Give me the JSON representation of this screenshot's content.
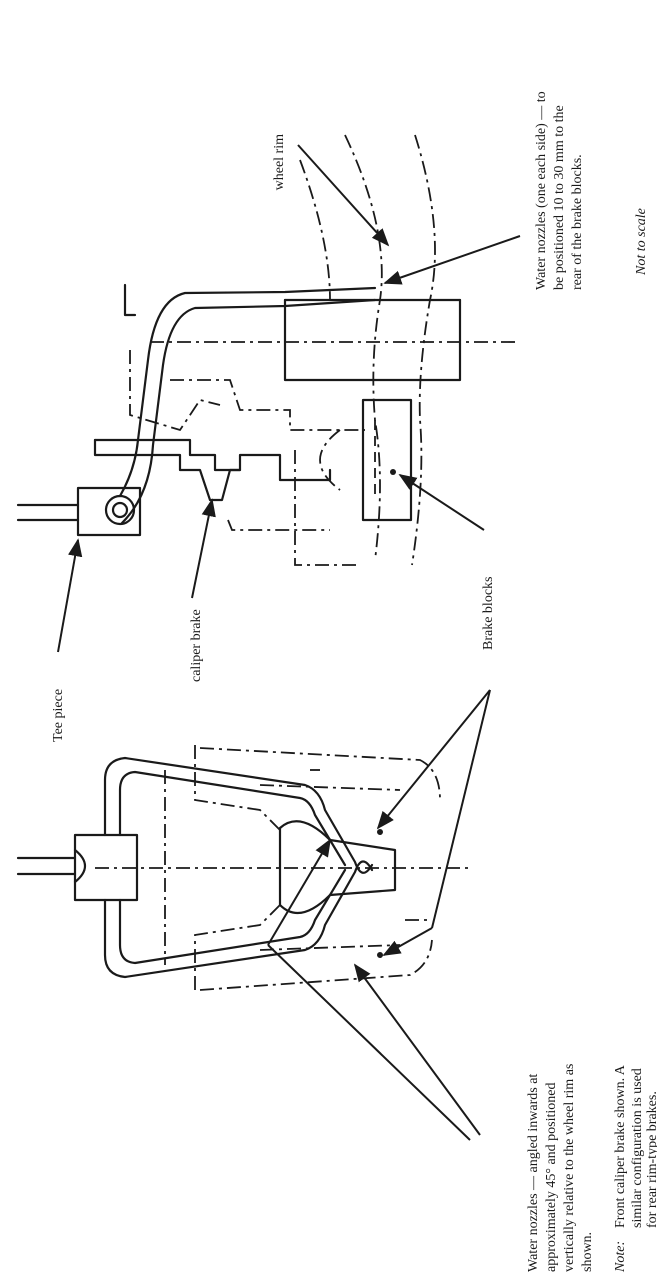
{
  "labels": {
    "wheel_rim": "wheel rim",
    "water_nozzles_side": "Water nozzles (one each side) — to be positioned 10 to 30 mm to the rear of the brake blocks.",
    "water_nozzles_side_l1": "Water nozzles (one each side) — to",
    "water_nozzles_side_l2": "be positioned 10 to 30 mm to the",
    "water_nozzles_side_l3": "rear of the brake blocks.",
    "not_to_scale": "Not to scale",
    "brake_blocks": "Brake blocks",
    "caliper_brake": "caliper brake",
    "tee_piece": "Tee piece",
    "water_nozzles_front_l1": "Water nozzles — angled inwards at",
    "water_nozzles_front_l2": "approximately 45° and positioned",
    "water_nozzles_front_l3": "vertically relative to the wheel rim as",
    "water_nozzles_front_l4": "shown.",
    "note_label": "Note:",
    "note_l1": "Front caliper brake shown. A",
    "note_l2": "similar configuration is used",
    "note_l3": "for rear rim-type brakes."
  },
  "colors": {
    "ink": "#1a1a1a",
    "paper": "#ffffff"
  }
}
